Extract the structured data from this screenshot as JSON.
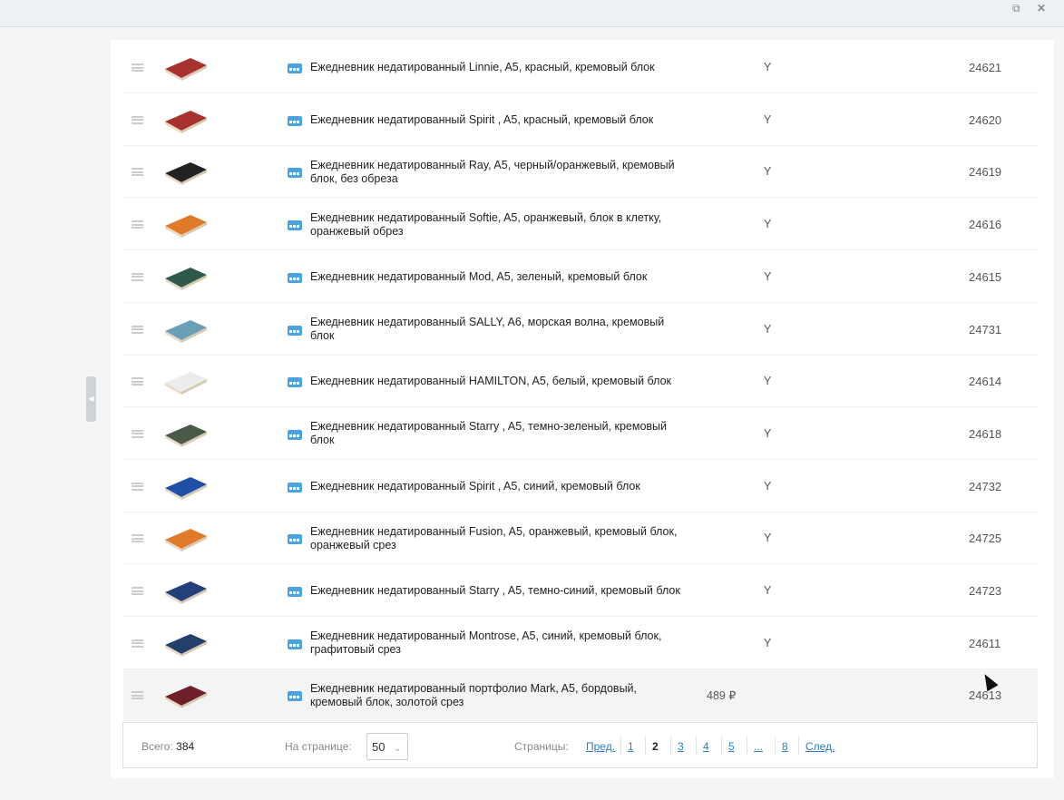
{
  "window": {
    "restore_icon": "restore-icon",
    "close_icon": "close-icon"
  },
  "rows": [
    {
      "name": "Ежедневник недатированный Linnie, A5, красный, кремовый блок",
      "flag": "Y",
      "price": "",
      "id": "24621",
      "color": "#a8322d"
    },
    {
      "name": "Ежедневник недатированный Spirit , A5, красный, кремовый блок",
      "flag": "Y",
      "price": "",
      "id": "24620",
      "color": "#a8322d"
    },
    {
      "name": "Ежедневник недатированный Ray, A5, черный/оранжевый, кремовый блок, без обреза",
      "flag": "Y",
      "price": "",
      "id": "24619",
      "color": "#222222"
    },
    {
      "name": "Ежедневник недатированный Softie, A5, оранжевый, блок в клетку, оранжевый обрез",
      "flag": "Y",
      "price": "",
      "id": "24616",
      "color": "#e07a2a"
    },
    {
      "name": "Ежедневник недатированный Mod, A5, зеленый, кремовый блок",
      "flag": "Y",
      "price": "",
      "id": "24615",
      "color": "#2f5a4a"
    },
    {
      "name": "Ежедневник недатированный SALLY, A6, морская волна, кремовый блок",
      "flag": "Y",
      "price": "",
      "id": "24731",
      "color": "#6a9fb8"
    },
    {
      "name": "Ежедневник недатированный HAMILTON, A5, белый, кремовый блок",
      "flag": "Y",
      "price": "",
      "id": "24614",
      "color": "#ececec"
    },
    {
      "name": "Ежедневник недатированный Starry , A5, темно-зеленый, кремовый блок",
      "flag": "Y",
      "price": "",
      "id": "24618",
      "color": "#4a5a48"
    },
    {
      "name": "Ежедневник недатированный Spirit , A5, синий, кремовый блок",
      "flag": "Y",
      "price": "",
      "id": "24732",
      "color": "#1f4fa8"
    },
    {
      "name": "Ежедневник недатированный Fusion, A5, оранжевый, кремовый блок, оранжевый срез",
      "flag": "Y",
      "price": "",
      "id": "24725",
      "color": "#e07a2a"
    },
    {
      "name": "Ежедневник недатированный Starry , A5, темно-синий, кремовый блок",
      "flag": "Y",
      "price": "",
      "id": "24723",
      "color": "#23407a"
    },
    {
      "name": "Ежедневник недатированный Montrose, A5, синий, кремовый блок, графитовый срез",
      "flag": "Y",
      "price": "",
      "id": "24611",
      "color": "#22406a"
    },
    {
      "name": "Ежедневник недатированный портфолио Mark, A5, бордовый, кремовый блок, золотой срез",
      "flag": "",
      "price": "489 ₽",
      "id": "24613",
      "color": "#6e1f2a"
    }
  ],
  "footer": {
    "total_label": "Всего:",
    "total": "384",
    "per_page_label": "На странице:",
    "per_page": "50",
    "pages_label": "Страницы:",
    "prev": "Пред.",
    "pages": [
      "1",
      "2",
      "3",
      "4",
      "5",
      "...",
      "8"
    ],
    "current": "2",
    "next": "След."
  }
}
